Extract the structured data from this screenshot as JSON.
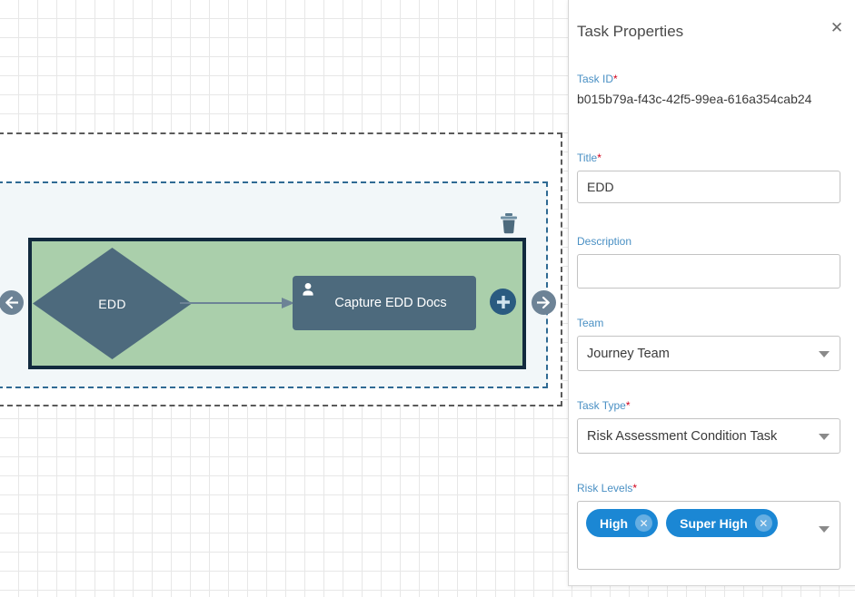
{
  "canvas": {
    "diagram": {
      "condition_node": {
        "label": "EDD",
        "icon": "diamond-decision-icon"
      },
      "task_node": {
        "label": "Capture EDD Docs",
        "icon": "person-icon"
      },
      "add_button_icon": "plus-icon",
      "nav_left_icon": "arrow-left-icon",
      "nav_right_icon": "arrow-right-icon",
      "delete_icon": "trash-icon"
    },
    "colors": {
      "group_fill": "#aacfab",
      "group_border": "#122a3e",
      "node_fill": "#4d6a7d",
      "selection_border": "#2f6a93",
      "add_button": "#2a5b80",
      "nav_button": "#6d8396"
    }
  },
  "panel": {
    "title": "Task Properties",
    "close_icon": "close-icon",
    "fields": {
      "task_id": {
        "label": "Task ID",
        "required": true,
        "value": "b015b79a-f43c-42f5-99ea-616a354cab24"
      },
      "title": {
        "label": "Title",
        "required": true,
        "value": "EDD",
        "placeholder": ""
      },
      "description": {
        "label": "Description",
        "required": false,
        "value": "",
        "placeholder": ""
      },
      "team": {
        "label": "Team",
        "required": false,
        "value": "Journey Team",
        "caret_icon": "chevron-down-icon"
      },
      "task_type": {
        "label": "Task Type",
        "required": true,
        "value": "Risk Assessment Condition Task",
        "caret_icon": "chevron-down-icon"
      },
      "risk_levels": {
        "label": "Risk Levels",
        "required": true,
        "caret_icon": "chevron-down-icon",
        "chips": [
          {
            "label": "High",
            "remove_icon": "chip-remove-icon"
          },
          {
            "label": "Super High",
            "remove_icon": "chip-remove-icon"
          }
        ]
      }
    },
    "colors": {
      "label": "#4a90c4",
      "required_marker": "#d0021b",
      "chip": "#1b87d4"
    }
  }
}
